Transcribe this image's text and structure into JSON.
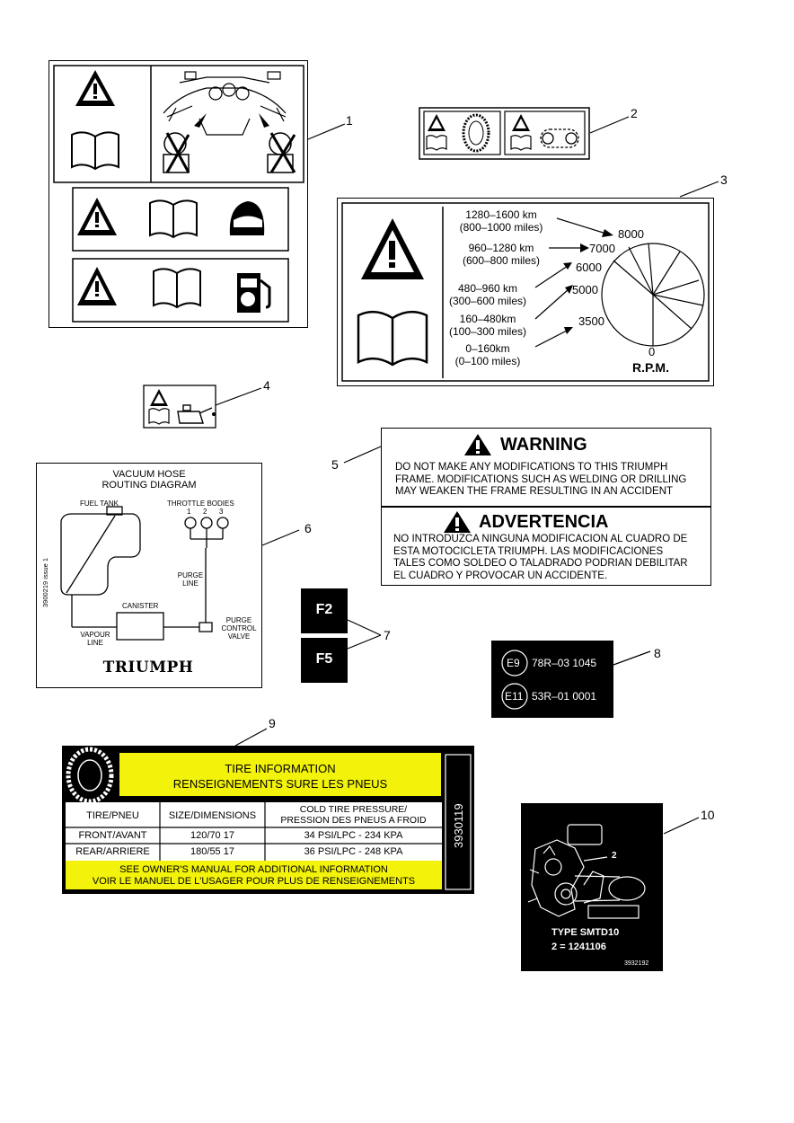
{
  "callouts": [
    "1",
    "2",
    "3",
    "4",
    "5",
    "6",
    "7",
    "8",
    "9",
    "10"
  ],
  "label3": {
    "ranges": [
      {
        "km": "1280–1600 km",
        "miles": "(800–1000 miles)"
      },
      {
        "km": "960–1280 km",
        "miles": "(600–800 miles)"
      },
      {
        "km": "480–960 km",
        "miles": "(300–600 miles)"
      },
      {
        "km": "160–480km",
        "miles": "(100–300 miles)"
      },
      {
        "km": "0–160km",
        "miles": "(0–100 miles)"
      }
    ],
    "rpm_values": [
      "8000",
      "7000",
      "6000",
      "5000",
      "3500",
      "0"
    ],
    "rpm_label": "R.P.M."
  },
  "label5": {
    "warning_title": "WARNING",
    "warning_lines": [
      "DO  NOT MAKE ANY MODIFICATIONS TO THIS TRIUMPH",
      "FRAME.  MODIFICATIONS SUCH AS WELDING OR DRILLING",
      "MAY WEAKEN THE FRAME RESULTING IN AN ACCIDENT"
    ],
    "advert_title": "ADVERTENCIA",
    "advert_lines": [
      "NO INTRODUZCA NINGUNA MODIFICACION AL CUADRO DE",
      "ESTA MOTOCICLETA TRIUMPH.  LAS MODIFICACIONES",
      "TALES COMO SOLDEO O TALADRADO PODRIAN DEBILITAR",
      "EL CUADRO Y PROVOCAR UN ACCIDENTE."
    ]
  },
  "label6": {
    "title1": "VACUUM HOSE",
    "title2": "ROUTING DIAGRAM",
    "fuel_tank": "FUEL TANK",
    "throttle_bodies": "THROTTLE BODIES",
    "tb_nums": [
      "1",
      "2",
      "3"
    ],
    "purge_line1": "PURGE",
    "purge_line2": "LINE",
    "canister": "CANISTER",
    "purge_valve1": "PURGE",
    "purge_valve2": "CONTROL",
    "purge_valve3": "VALVE",
    "vapour1": "VAPOUR",
    "vapour2": "LINE",
    "side_code": "3900219 issue 1",
    "brand": "TRIUMPH"
  },
  "label7": {
    "a": "F2",
    "b": "F5"
  },
  "label8": {
    "rows": [
      {
        "mark": "E9",
        "code": "78R–03 1045"
      },
      {
        "mark": "E11",
        "code": "53R–01 0001"
      }
    ]
  },
  "label9": {
    "title1": "TIRE INFORMATION",
    "title2": "RENSEIGNEMENTS SURE LES PNEUS",
    "headers": [
      "TIRE/PNEU",
      "SIZE/DIMENSIONS",
      "COLD TIRE PRESSURE/",
      "PRESSION DES PNEUS A FROID"
    ],
    "rows": [
      [
        "FRONT/AVANT",
        "120/70 17",
        "34 PSI/LPC - 234 KPA"
      ],
      [
        "REAR/ARRIERE",
        "180/55 17",
        "36 PSI/LPC - 248 KPA"
      ]
    ],
    "footer1": "SEE OWNER'S MANUAL FOR ADDITIONAL INFORMATION",
    "footer2": "VOIR LE MANUEL DE L'USAGER POUR PLUS DE RENSEIGNEMENTS",
    "side_code": "3930119",
    "yellow": "#f2f20a"
  },
  "label10": {
    "pointer": "2",
    "type": "TYPE SMTD10",
    "part": "2 = 1241106",
    "code": "3932192"
  }
}
